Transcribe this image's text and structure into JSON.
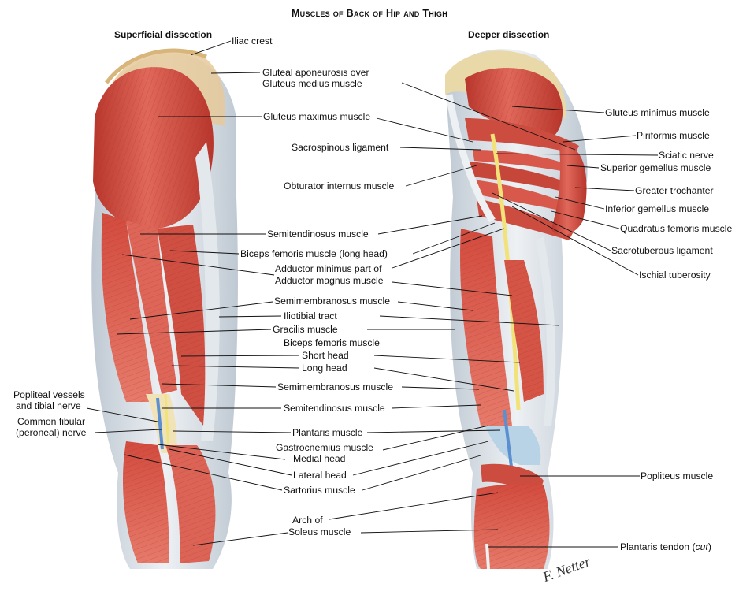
{
  "title": "Muscles of Back of Hip and Thigh",
  "panels": {
    "superficial": "Superficial dissection",
    "deeper": "Deeper dissection"
  },
  "labels": {
    "iliac_crest": "Iliac crest",
    "gluteal_aponeurosis_1": "Gluteal aponeurosis over",
    "gluteal_aponeurosis_2": "Gluteus medius muscle",
    "gluteus_maximus": "Gluteus maximus muscle",
    "sacrospinous": "Sacrospinous ligament",
    "obturator_internus": "Obturator internus muscle",
    "semitendinosus_1": "Semitendinosus muscle",
    "biceps_long_head": "Biceps femoris muscle (long head)",
    "adductor_minimus": "Adductor minimus part of",
    "adductor_magnus": "Adductor magnus muscle",
    "semimembranosus_1": "Semimembranosus muscle",
    "iliotibial": "Iliotibial tract",
    "gracilis": "Gracilis muscle",
    "biceps_femoris": "Biceps femoris muscle",
    "short_head": "Short head",
    "long_head": "Long head",
    "semimembranosus_2": "Semimembranosus muscle",
    "semitendinosus_2": "Semitendinosus muscle",
    "plantaris": "Plantaris muscle",
    "gastrocnemius": "Gastrocnemius muscle",
    "medial_head": "Medial head",
    "lateral_head": "Lateral head",
    "sartorius": "Sartorius muscle",
    "arch_of": "Arch of",
    "soleus": "Soleus muscle",
    "popliteal_1": "Popliteal vessels",
    "popliteal_2": "and tibial nerve",
    "common_fibular_1": "Common fibular",
    "common_fibular_2": "(peroneal) nerve",
    "gluteus_minimus": "Gluteus minimus muscle",
    "piriformis": "Piriformis muscle",
    "sciatic": "Sciatic nerve",
    "superior_gemellus": "Superior gemellus muscle",
    "greater_trochanter": "Greater trochanter",
    "inferior_gemellus": "Inferior gemellus muscle",
    "quadratus": "Quadratus femoris muscle",
    "sacrotuberous": "Sacrotuberous ligament",
    "ischial": "Ischial tuberosity",
    "popliteus": "Popliteus muscle",
    "plantaris_tendon": "Plantaris tendon",
    "plantaris_tendon_cut": "cut"
  },
  "signature": "F. Netter",
  "colors": {
    "muscle": "#d9574a",
    "muscle_dark": "#b23a30",
    "muscle_light": "#ec8a7a",
    "tendon": "#e8ebef",
    "fascia": "#c9d2da",
    "bone": "#e9d8a8",
    "nerve": "#f2e27a",
    "vessel": "#5a8fd0"
  }
}
